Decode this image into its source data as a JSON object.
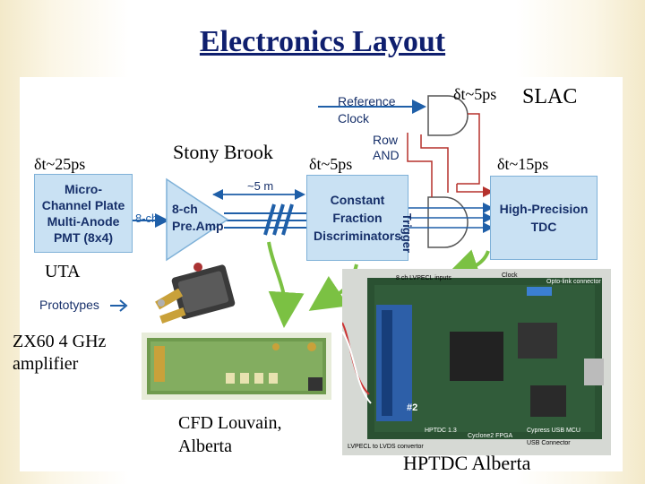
{
  "title": "Electronics Layout",
  "labels": {
    "dt_25": "δt~25ps",
    "dt_5_mid": "δt~5ps",
    "dt_5_top": "δt~5ps",
    "dt_15": "δt~15ps",
    "slac": "SLAC",
    "stony_brook": "Stony Brook",
    "uta": "UTA",
    "zx60": "ZX60 4 GHz\namplifier",
    "cfd": "CFD Louvain,\nAlberta",
    "hptdc": "HPTDC Alberta"
  },
  "diagram": {
    "mcp": "Micro-\nChannel Plate\nMulti-Anode\nPMT (8x4)",
    "preamp": "8-ch\nPre.Amp",
    "cfd_box": "Constant\nFraction\nDiscriminators",
    "tdc": "High-Precision\nTDC",
    "eight_ch": "8-ch",
    "five_m": "~5 m",
    "ref_clock": "Reference\nClock",
    "row_and": "Row\nAND",
    "trigger": "Trigger",
    "prototypes": "Prototypes"
  },
  "board_labels": {
    "lvpecl": "8 ch LVPECL inputs",
    "clock": "Clock",
    "opto": "Opto-link connector",
    "cypress": "Cypress USB MCU",
    "usb": "USB Connector",
    "cyclone": "Cyclone2 FPGA",
    "hptdc13": "HPTDC 1.3",
    "lvds": "LVPECL to LVDS convertor",
    "n2": "#2"
  },
  "colors": {
    "title": "#0f1f6e",
    "box_fill": "#c9e1f3",
    "box_stroke": "#7fb1d8",
    "box_text": "#17306a",
    "arrow_red": "#b5312c",
    "arrow_blue": "#1f5fa8",
    "arrow_green": "#7bc143"
  }
}
